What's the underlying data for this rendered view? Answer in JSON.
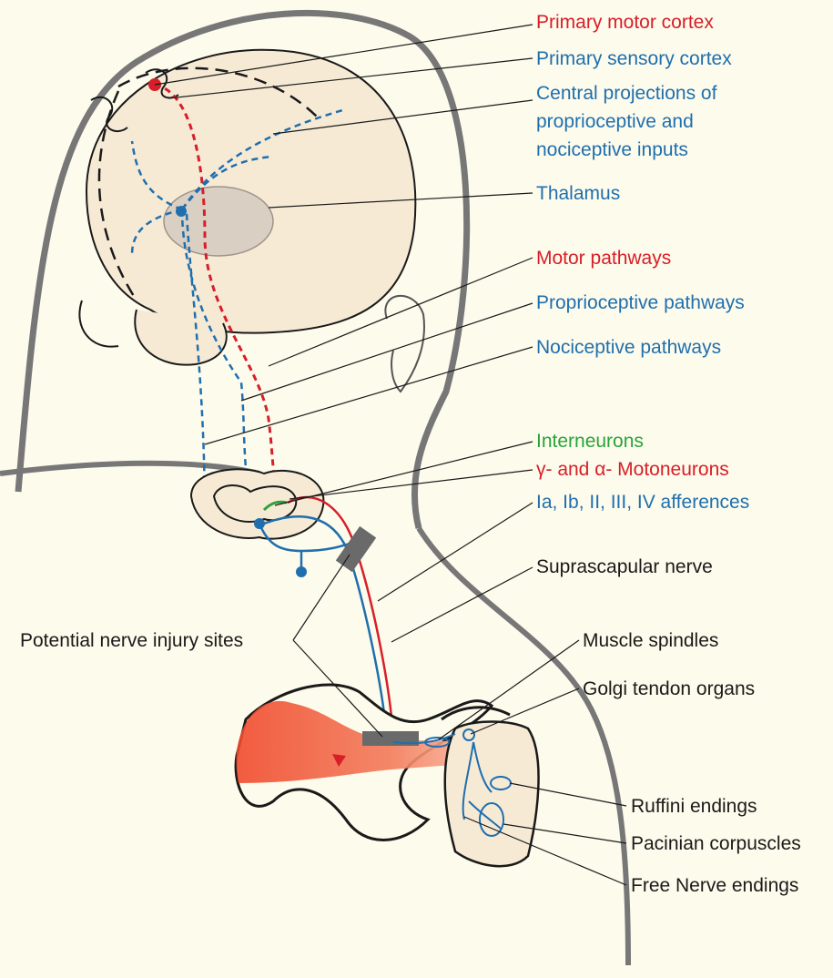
{
  "colors": {
    "background": "#fdfbec",
    "motor": "#d81e28",
    "sensory": "#1f6fae",
    "interneuron": "#2aa33a",
    "neutral": "#1a1a1a",
    "skin": "#f6ead5",
    "injury": "#6a6a6a",
    "muscle": "#f15a3a"
  },
  "labels": {
    "primary_motor_cortex": "Primary motor cortex",
    "primary_sensory_cortex": "Primary sensory cortex",
    "central_projections": {
      "line1": "Central projections of",
      "line2": "proprioceptive and",
      "line3": "nociceptive inputs"
    },
    "thalamus": "Thalamus",
    "motor_pathways": "Motor pathways",
    "proprioceptive_pathways": "Proprioceptive pathways",
    "nociceptive_pathways": "Nociceptive pathways",
    "interneurons": "Interneurons",
    "motoneurons": "γ- and α- Motoneurons",
    "afferences": "Ia, Ib, II, III, IV afferences",
    "suprascapular_nerve": "Suprascapular nerve",
    "nerve_injury_sites": "Potential nerve injury sites",
    "muscle_spindles": "Muscle spindles",
    "golgi_tendon_organs": "Golgi tendon organs",
    "ruffini_endings": "Ruffini endings",
    "pacinian_corpuscles": "Pacinian corpuscles",
    "free_nerve_endings": "Free Nerve endings"
  }
}
